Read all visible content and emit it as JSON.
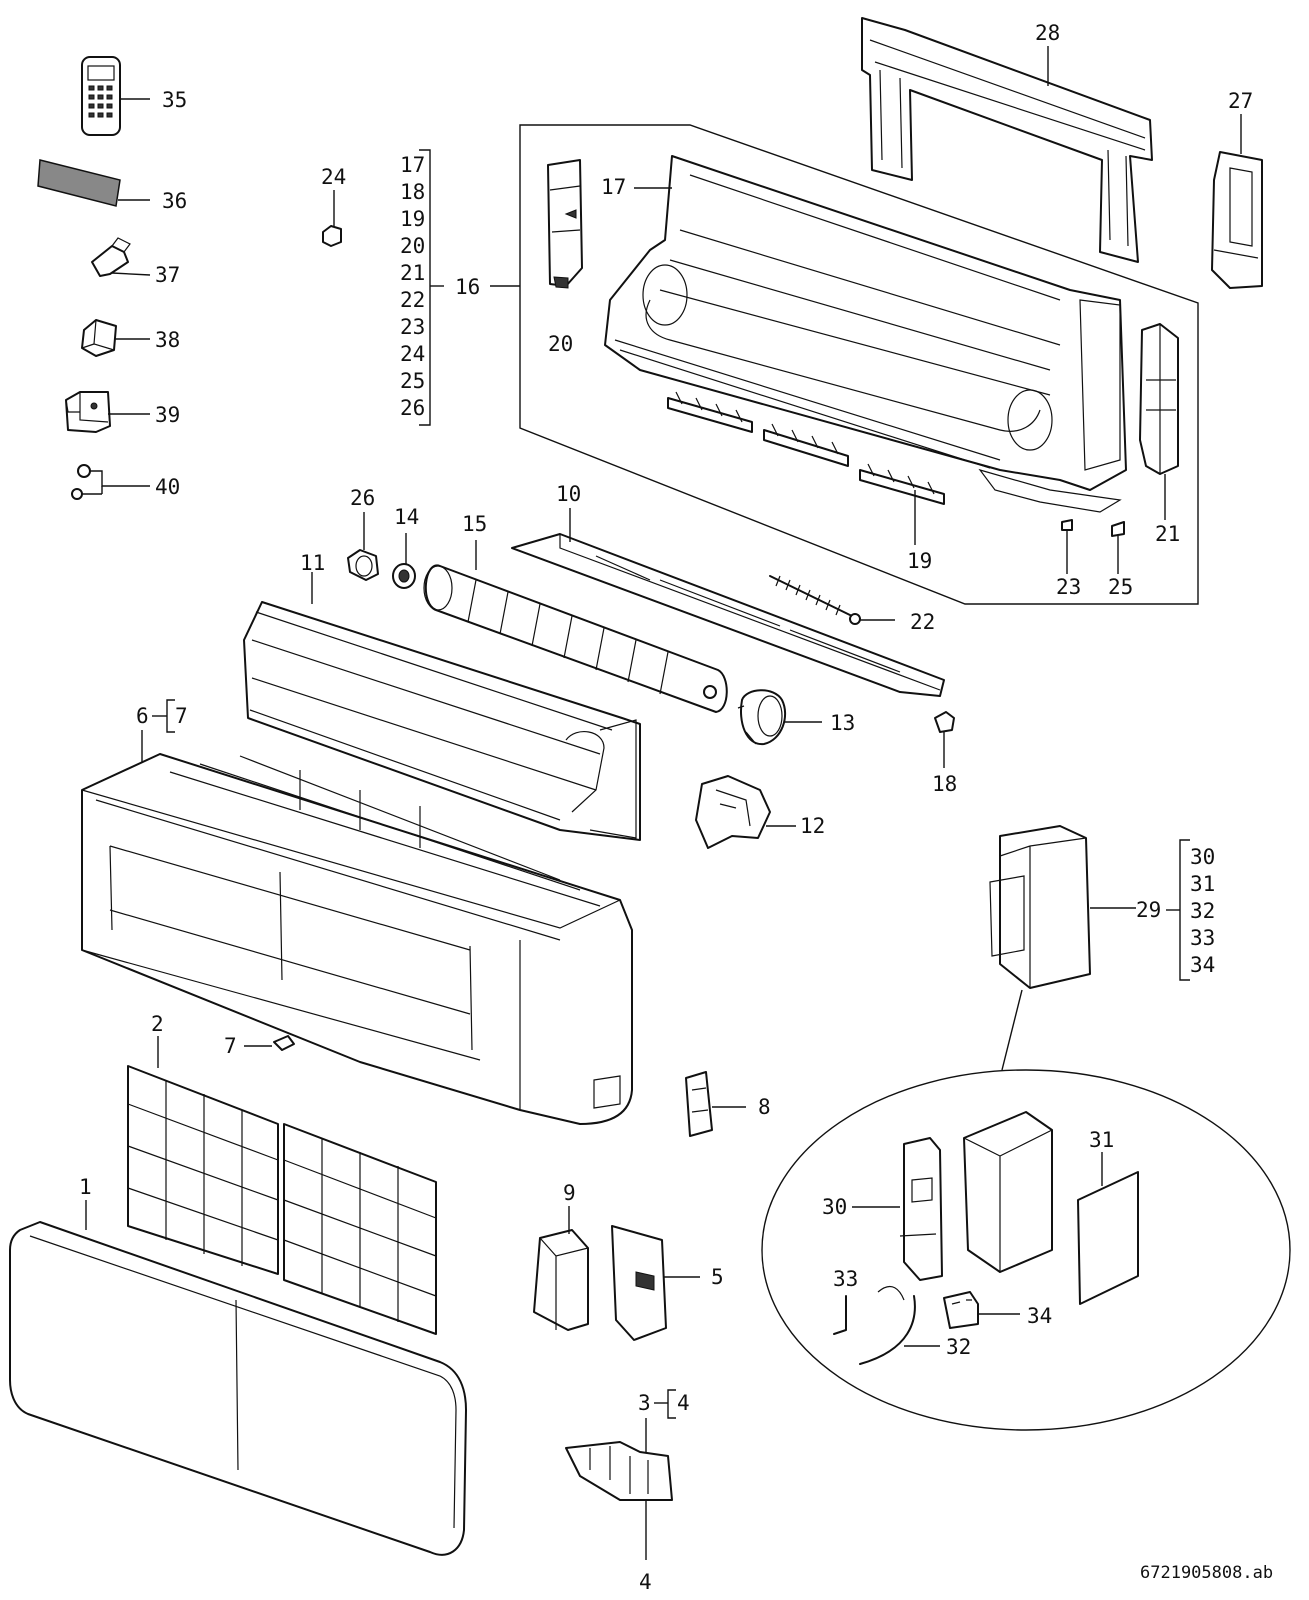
{
  "document_id": "6721905808.ab",
  "callouts": [
    {
      "id": "c35",
      "text": "35"
    },
    {
      "id": "c36",
      "text": "36"
    },
    {
      "id": "c37",
      "text": "37"
    },
    {
      "id": "c38",
      "text": "38"
    },
    {
      "id": "c39",
      "text": "39"
    },
    {
      "id": "c40",
      "text": "40"
    },
    {
      "id": "c24",
      "text": "24"
    },
    {
      "id": "c16",
      "text": "16"
    },
    {
      "id": "c17",
      "text": "17"
    },
    {
      "id": "c20",
      "text": "20"
    },
    {
      "id": "c28",
      "text": "28"
    },
    {
      "id": "c27",
      "text": "27"
    },
    {
      "id": "c21",
      "text": "21"
    },
    {
      "id": "c19",
      "text": "19"
    },
    {
      "id": "c23",
      "text": "23"
    },
    {
      "id": "c25",
      "text": "25"
    },
    {
      "id": "c26",
      "text": "26"
    },
    {
      "id": "c14",
      "text": "14"
    },
    {
      "id": "c15",
      "text": "15"
    },
    {
      "id": "c10",
      "text": "10"
    },
    {
      "id": "c11",
      "text": "11"
    },
    {
      "id": "c22",
      "text": "22"
    },
    {
      "id": "c13",
      "text": "13"
    },
    {
      "id": "c18",
      "text": "18"
    },
    {
      "id": "c6",
      "text": "6"
    },
    {
      "id": "c7a",
      "text": "7"
    },
    {
      "id": "c12",
      "text": "12"
    },
    {
      "id": "c29",
      "text": "29"
    },
    {
      "id": "c2",
      "text": "2"
    },
    {
      "id": "c7b",
      "text": "7"
    },
    {
      "id": "c8",
      "text": "8"
    },
    {
      "id": "c1",
      "text": "1"
    },
    {
      "id": "c9",
      "text": "9"
    },
    {
      "id": "c5",
      "text": "5"
    },
    {
      "id": "c31",
      "text": "31"
    },
    {
      "id": "c30",
      "text": "30"
    },
    {
      "id": "c33",
      "text": "33"
    },
    {
      "id": "c34",
      "text": "34"
    },
    {
      "id": "c32",
      "text": "32"
    },
    {
      "id": "c3",
      "text": "3"
    },
    {
      "id": "c4a",
      "text": "4"
    },
    {
      "id": "c4b",
      "text": "4"
    }
  ],
  "groups": {
    "group16": [
      "17",
      "18",
      "19",
      "20",
      "21",
      "22",
      "23",
      "24",
      "25",
      "26"
    ],
    "group29": [
      "30",
      "31",
      "32",
      "33",
      "34"
    ]
  }
}
